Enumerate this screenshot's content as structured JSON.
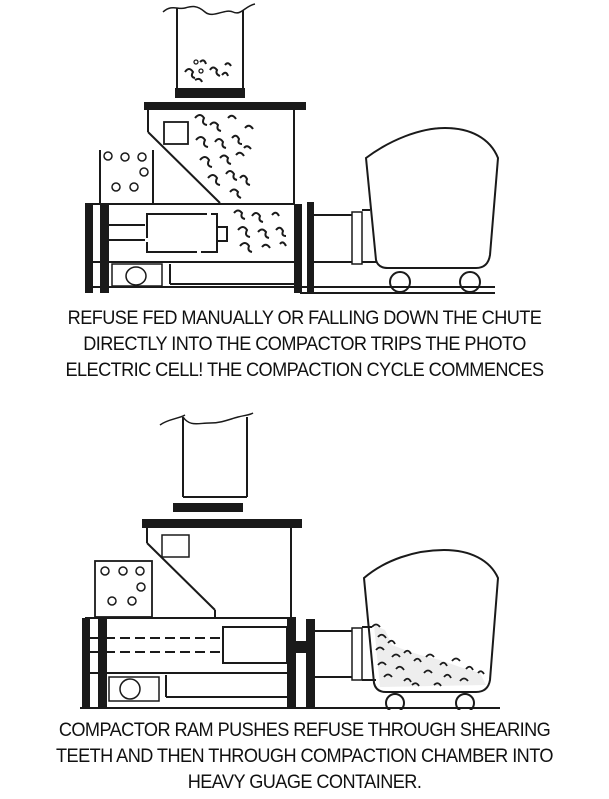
{
  "diagram": {
    "type": "process-steps",
    "subject": "Refuse compactor operation",
    "steps": [
      {
        "step": 1,
        "components": [
          "chute",
          "hopper",
          "control-panel",
          "compactor-ram",
          "compaction-chamber",
          "container"
        ],
        "state": "refuse in chute and hopper, ram retracted, container empty",
        "caption": {
          "lines": [
            "REFUSE FED MANUALLY OR FALLING DOWN THE CHUTE",
            "DIRECTLY INTO THE COMPACTOR TRIPS THE PHOTO",
            "ELECTRIC CELL! THE COMPACTION CYCLE COMMENCES"
          ]
        }
      },
      {
        "step": 2,
        "components": [
          "chute",
          "hopper",
          "control-panel",
          "compactor-ram",
          "compaction-chamber",
          "container"
        ],
        "state": "ram extended, refuse pushed into container",
        "caption": {
          "lines": [
            "COMPACTOR RAM PUSHES REFUSE THROUGH SHEARING",
            "TEETH AND THEN THROUGH COMPACTION CHAMBER INTO",
            "HEAVY GUAGE CONTAINER."
          ]
        }
      }
    ],
    "colors": {
      "line": "#1a1a1a",
      "background": "#ffffff"
    }
  }
}
